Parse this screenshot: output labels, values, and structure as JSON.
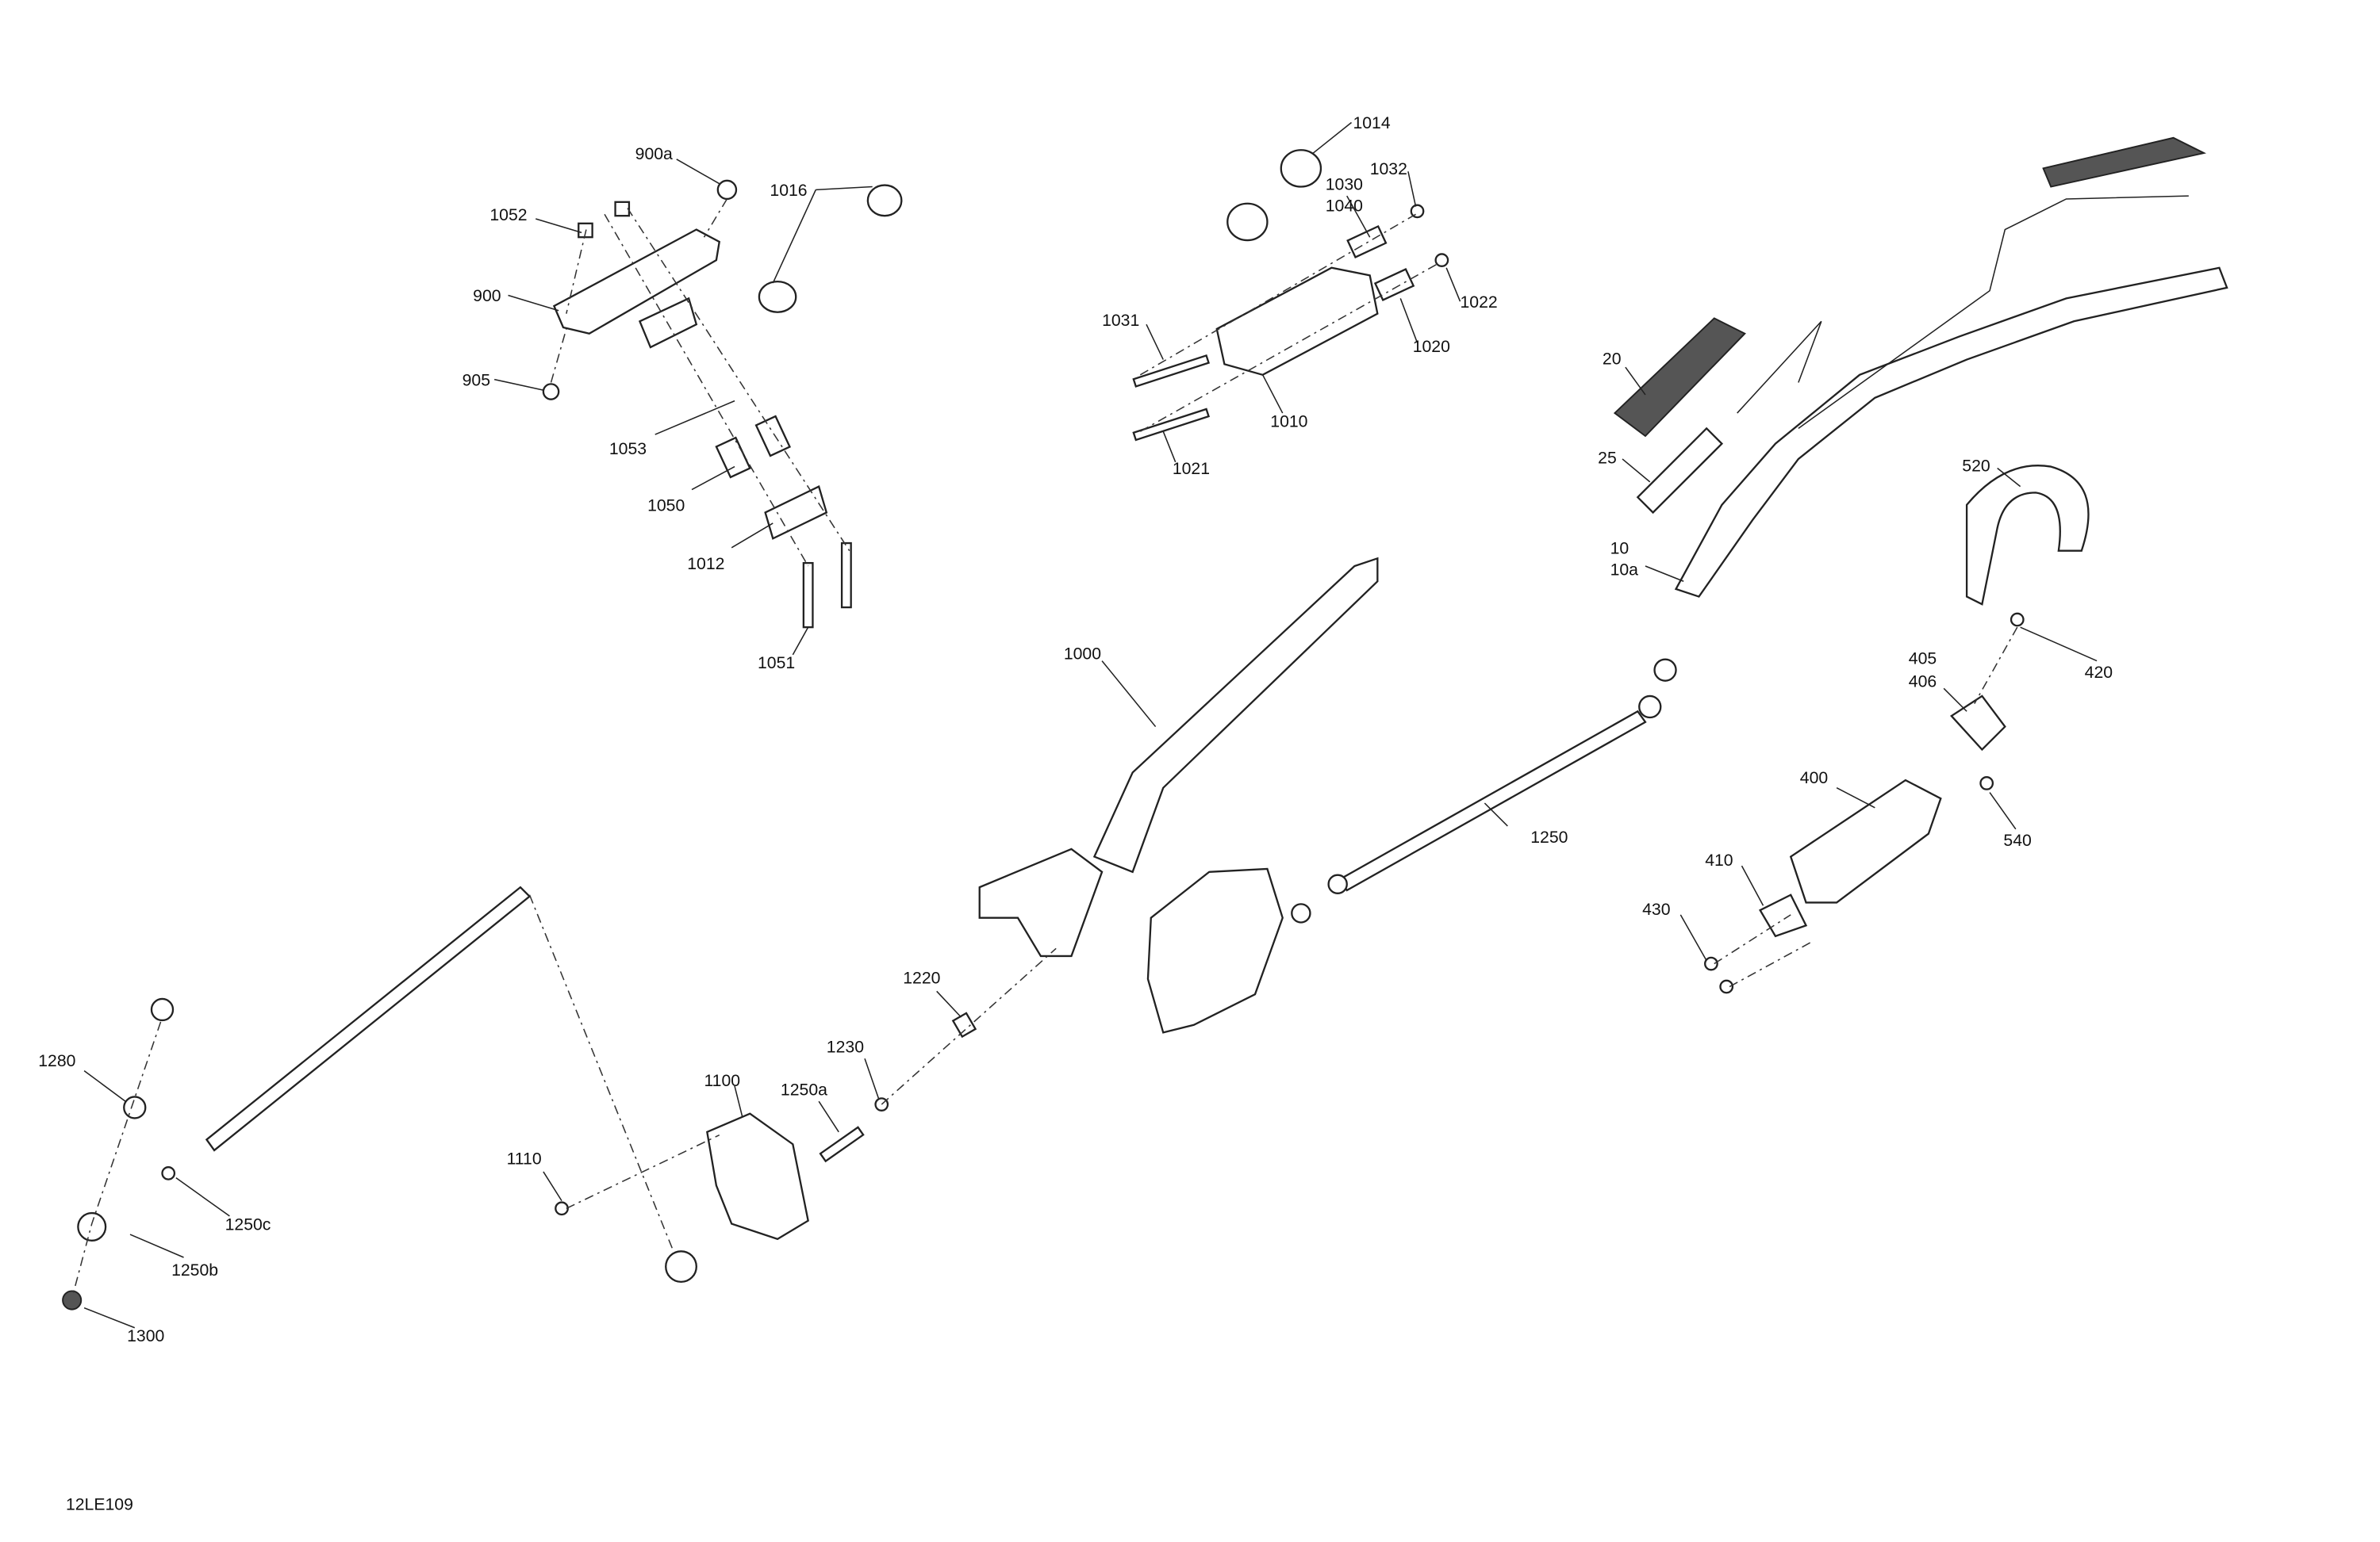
{
  "diagram_id": "12LE109",
  "callouts": {
    "c900a": "900a",
    "c1016": "1016",
    "c1052": "1052",
    "c900": "900",
    "c905": "905",
    "c1053": "1053",
    "c1050": "1050",
    "c1012": "1012",
    "c1051": "1051",
    "c1014": "1014",
    "c1032": "1032",
    "c1030": "1030",
    "c1040": "1040",
    "c1031": "1031",
    "c1022": "1022",
    "c1020": "1020",
    "c1010": "1010",
    "c1021": "1021",
    "c20": "20",
    "c25": "25",
    "c10": "10",
    "c10a": "10a",
    "c520": "520",
    "c1000": "1000",
    "c1250": "1250",
    "c405": "405",
    "c406": "406",
    "c420": "420",
    "c400": "400",
    "c540": "540",
    "c410": "410",
    "c430": "430",
    "c1220": "1220",
    "c1230": "1230",
    "c1250a": "1250a",
    "c1100": "1100",
    "c1110": "1110",
    "c1280": "1280",
    "c1250c": "1250c",
    "c1250b": "1250b",
    "c1300": "1300"
  }
}
